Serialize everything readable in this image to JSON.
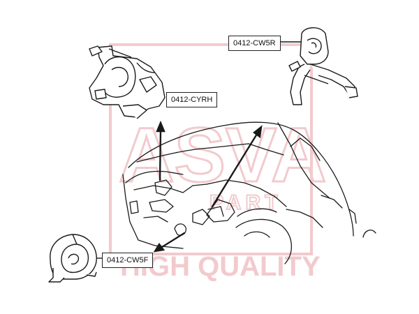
{
  "labels": {
    "cw5r": "0412-CW5R",
    "cyrh": "0412-CYRH",
    "cw5f": "0412-CW5F"
  },
  "watermark": {
    "brand": "ASVA",
    "part_text": "PART",
    "quality_text": "HIGH QUALITY",
    "color": "#e8a0a6"
  },
  "colors": {
    "line": "#1a1a1a",
    "fill": "#ffffff"
  }
}
